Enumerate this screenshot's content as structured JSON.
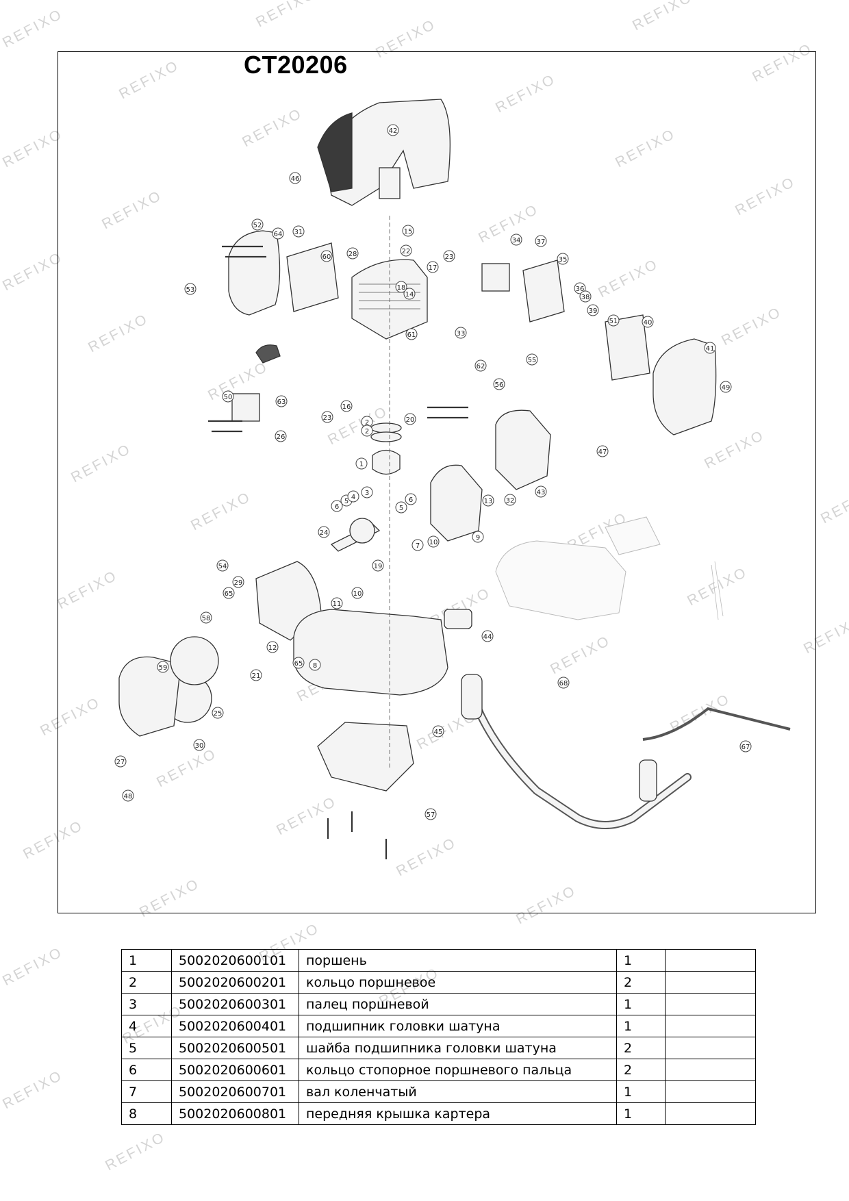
{
  "document": {
    "model_title": "CT20206",
    "watermark_text": "REFIXO"
  },
  "diagram": {
    "callouts": [
      "42",
      "46",
      "52",
      "64",
      "31",
      "15",
      "22",
      "60",
      "28",
      "53",
      "23",
      "17",
      "34",
      "37",
      "35",
      "14",
      "18",
      "36",
      "38",
      "39",
      "51",
      "40",
      "41",
      "61",
      "33",
      "55",
      "62",
      "56",
      "49",
      "50",
      "63",
      "23",
      "16",
      "2",
      "2",
      "20",
      "26",
      "47",
      "1",
      "3",
      "5",
      "6",
      "4",
      "5",
      "6",
      "13",
      "32",
      "43",
      "24",
      "10",
      "9",
      "7",
      "54",
      "19",
      "29",
      "11",
      "10",
      "65",
      "58",
      "12",
      "21",
      "65",
      "8",
      "44",
      "59",
      "25",
      "30",
      "27",
      "48",
      "45",
      "57",
      "68",
      "67"
    ]
  },
  "parts_table": {
    "rows": [
      {
        "num": "1",
        "code": "5002020600101",
        "name": "поршень",
        "qty": "1",
        "note": ""
      },
      {
        "num": "2",
        "code": "5002020600201",
        "name": "кольцо поршневое",
        "qty": "2",
        "note": ""
      },
      {
        "num": "3",
        "code": "5002020600301",
        "name": "палец поршневой",
        "qty": "1",
        "note": ""
      },
      {
        "num": "4",
        "code": "5002020600401",
        "name": "подшипник головки шатуна",
        "qty": "1",
        "note": ""
      },
      {
        "num": "5",
        "code": "5002020600501",
        "name": "шайба подшипника головки шатуна",
        "qty": "2",
        "note": ""
      },
      {
        "num": "6",
        "code": "5002020600601",
        "name": "кольцо стопорное поршневого пальца",
        "qty": "2",
        "note": ""
      },
      {
        "num": "7",
        "code": "5002020600701",
        "name": "вал коленчатый",
        "qty": "1",
        "note": ""
      },
      {
        "num": "8",
        "code": "5002020600801",
        "name": "передняя крышка картера",
        "qty": "1",
        "note": ""
      }
    ]
  }
}
